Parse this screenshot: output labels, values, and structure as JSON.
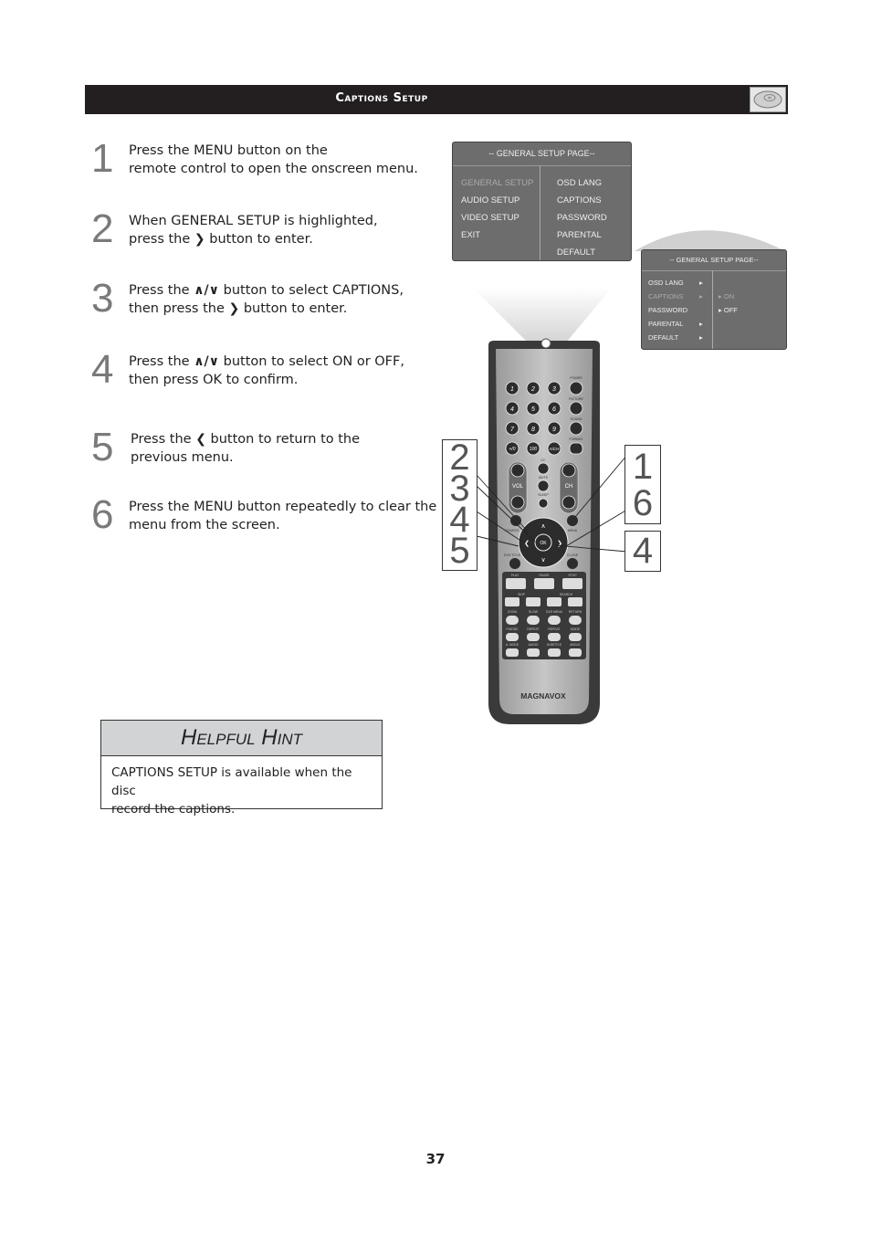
{
  "header": {
    "title": "Captions Setup"
  },
  "steps": [
    {
      "n": "1",
      "lines": [
        "Press the MENU  button on the",
        "remote control to open the onscreen menu."
      ]
    },
    {
      "n": "2",
      "l1": "When GENERAL SETUP is highlighted,",
      "l2a": "press the",
      "l2b": "button to enter."
    },
    {
      "n": "3",
      "l1a": "Press the",
      "l1b": "button to select CAPTIONS,",
      "l2a": "then press the",
      "l2b": "button to enter."
    },
    {
      "n": "4",
      "l1a": "Press the",
      "l1b": "button to select ON or OFF,",
      "l2": "then press OK to confirm."
    },
    {
      "n": "5",
      "l1a": "Press the",
      "l1b": "button to return to the",
      "l2": "previous menu."
    },
    {
      "n": "6",
      "lines": [
        "Press the  MENU  button repeatedly to clear the",
        "menu from the screen."
      ]
    }
  ],
  "osd1": {
    "title": "-- GENERAL SETUP PAGE--",
    "left": [
      "GENERAL SETUP",
      "AUDIO SETUP",
      "VIDEO SETUP",
      "EXIT"
    ],
    "right": [
      "OSD LANG",
      "CAPTIONS",
      "PASSWORD",
      "PARENTAL",
      "DEFAULT"
    ]
  },
  "osd2": {
    "title": "-- GENERAL SETUP PAGE--",
    "left": [
      "OSD LANG",
      "CAPTIONS",
      "PASSWORD",
      "PARENTAL",
      "DEFAULT"
    ],
    "right": [
      "ON",
      "OFF"
    ]
  },
  "remote": {
    "brand": "MAGNAVOX",
    "labels": {
      "power": "POWER",
      "picture": "PICTURE",
      "sound": "SOUND",
      "format": "FORMAT",
      "cc": "CC",
      "mute": "MUTE",
      "sleep": "SLEEP",
      "vol": "VOL",
      "ch": "CH",
      "source": "SOURCE",
      "menu": "MENU",
      "ok": "OK",
      "dvd_title": "DVD TITLE",
      "close": "CLOSE",
      "play": "PLAY",
      "pause": "PAUSE",
      "stop": "STOP",
      "skip": "SKIP",
      "search": "SEARCH",
      "zoom": "ZOOM",
      "slow": "SLOW",
      "dvd_menu": "DVD MENU",
      "return": "RETURN",
      "pmode": "P.MODE",
      "repeat_ab": "REPEAT",
      "repeat": "REPEAT",
      "mode": "MODE",
      "amode": "A. MODE",
      "audio": "AUDIO",
      "subtitle": "SUBTITLE",
      "angle": "ANGLE"
    },
    "keys": [
      "1",
      "2",
      "3",
      "4",
      "5",
      "6",
      "7",
      "8",
      "9",
      "+/0",
      "100",
      "A/CH"
    ]
  },
  "callouts": {
    "left": [
      "2",
      "3",
      "4",
      "5"
    ],
    "right_top": [
      "1",
      "6"
    ],
    "right_bottom": "4"
  },
  "hint": {
    "title": "Helpful Hint",
    "lines": [
      "CAPTIONS SETUP is available when the disc",
      "record the captions."
    ]
  },
  "page_number": "37"
}
